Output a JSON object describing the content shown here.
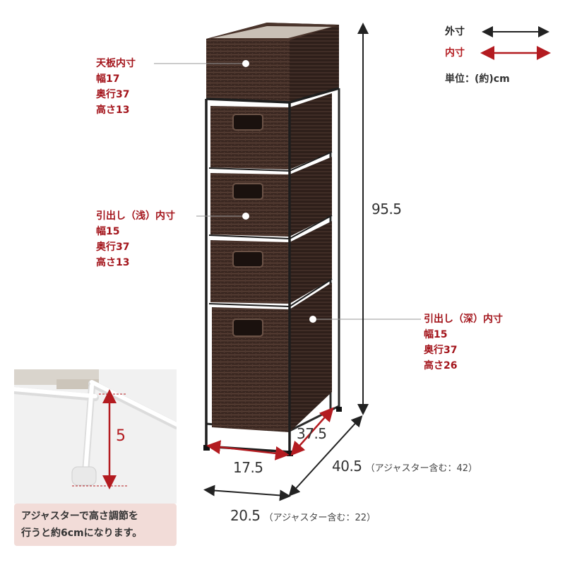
{
  "legend": {
    "outer_label": "外寸",
    "inner_label": "内寸",
    "unit": "単位：(約)cm"
  },
  "callouts": {
    "top": {
      "title": "天板内寸",
      "lines": [
        "幅17",
        "奥行37",
        "高さ13"
      ]
    },
    "shallow": {
      "title": "引出し（浅）内寸",
      "lines": [
        "幅15",
        "奥行37",
        "高さ13"
      ]
    },
    "deep": {
      "title": "引出し（深）内寸",
      "lines": [
        "幅15",
        "奥行37",
        "高さ26"
      ]
    }
  },
  "dimensions": {
    "height": "95.5",
    "inner_width": "17.5",
    "inner_depth": "37.5",
    "depth": "40.5",
    "depth_note": "（アジャスター含む：42）",
    "width": "20.5",
    "width_note": "（アジャスター含む：22）"
  },
  "inset": {
    "adjuster_value": "5",
    "note_line1": "アジャスターで高さ調節を",
    "note_line2": "行うと約6cmになります。"
  },
  "colors": {
    "inner_red": "#b31b20",
    "outer_black": "#222222",
    "wicker": "#3b2a23",
    "note_bg": "#f2dcd8"
  }
}
